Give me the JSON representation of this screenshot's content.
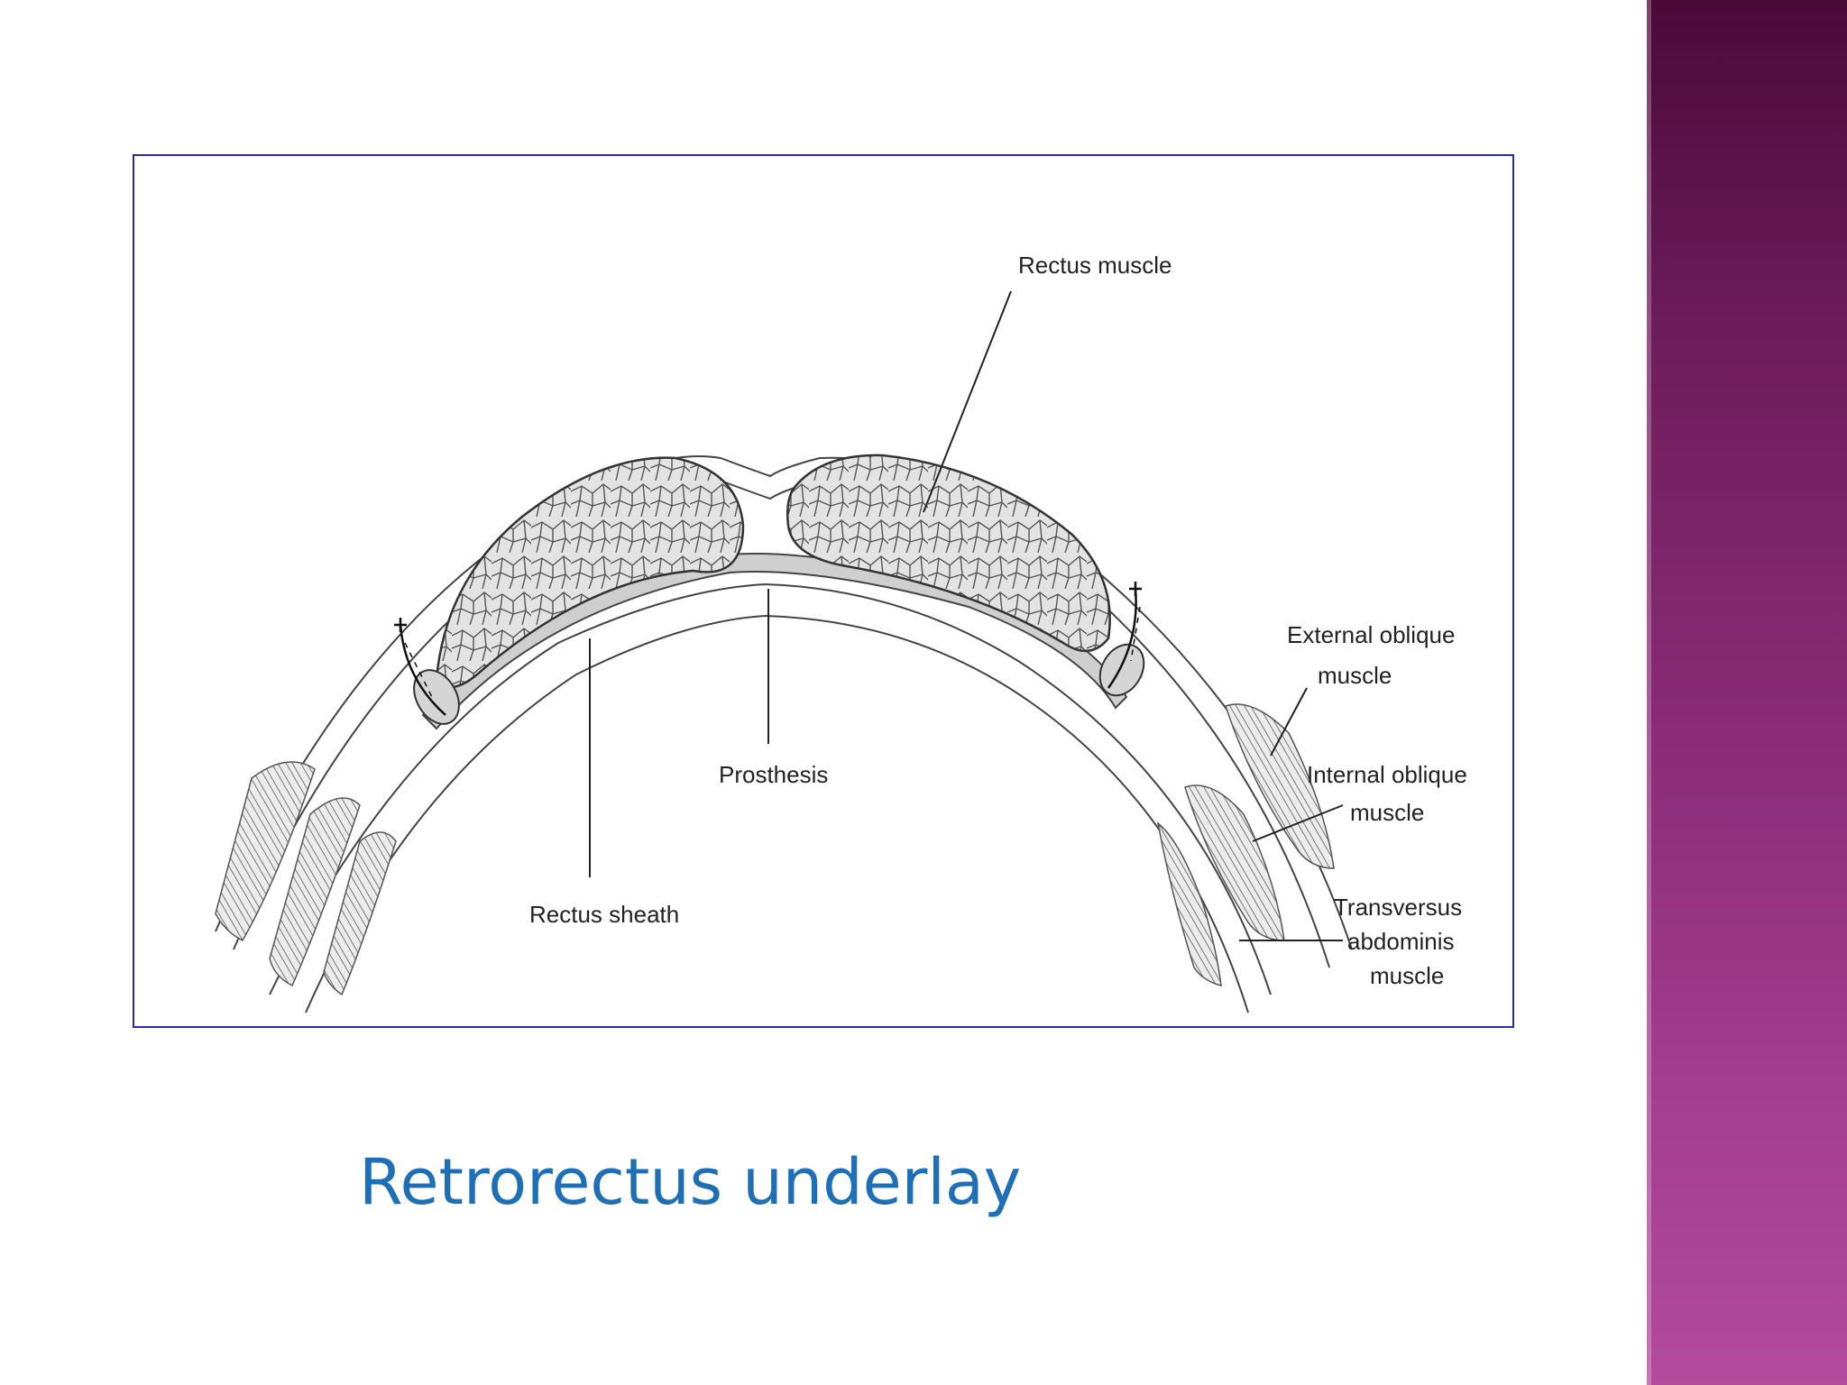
{
  "slide": {
    "caption": "Retrorectus underlay",
    "accent_color": "#1e6fb5",
    "sidebar_gradient": [
      "#4a0a38",
      "#b24b9c"
    ],
    "frame_color": "#2b2bb8"
  },
  "figure": {
    "labels": {
      "rectus_muscle": "Rectus muscle",
      "prosthesis": "Prosthesis",
      "rectus_sheath": "Rectus sheath",
      "external_oblique_1": "External oblique",
      "external_oblique_2": "muscle",
      "internal_oblique_1": "Internal oblique",
      "internal_oblique_2": "muscle",
      "transversus_1": "Transversus",
      "transversus_2": "abdominis",
      "transversus_3": "muscle"
    }
  }
}
